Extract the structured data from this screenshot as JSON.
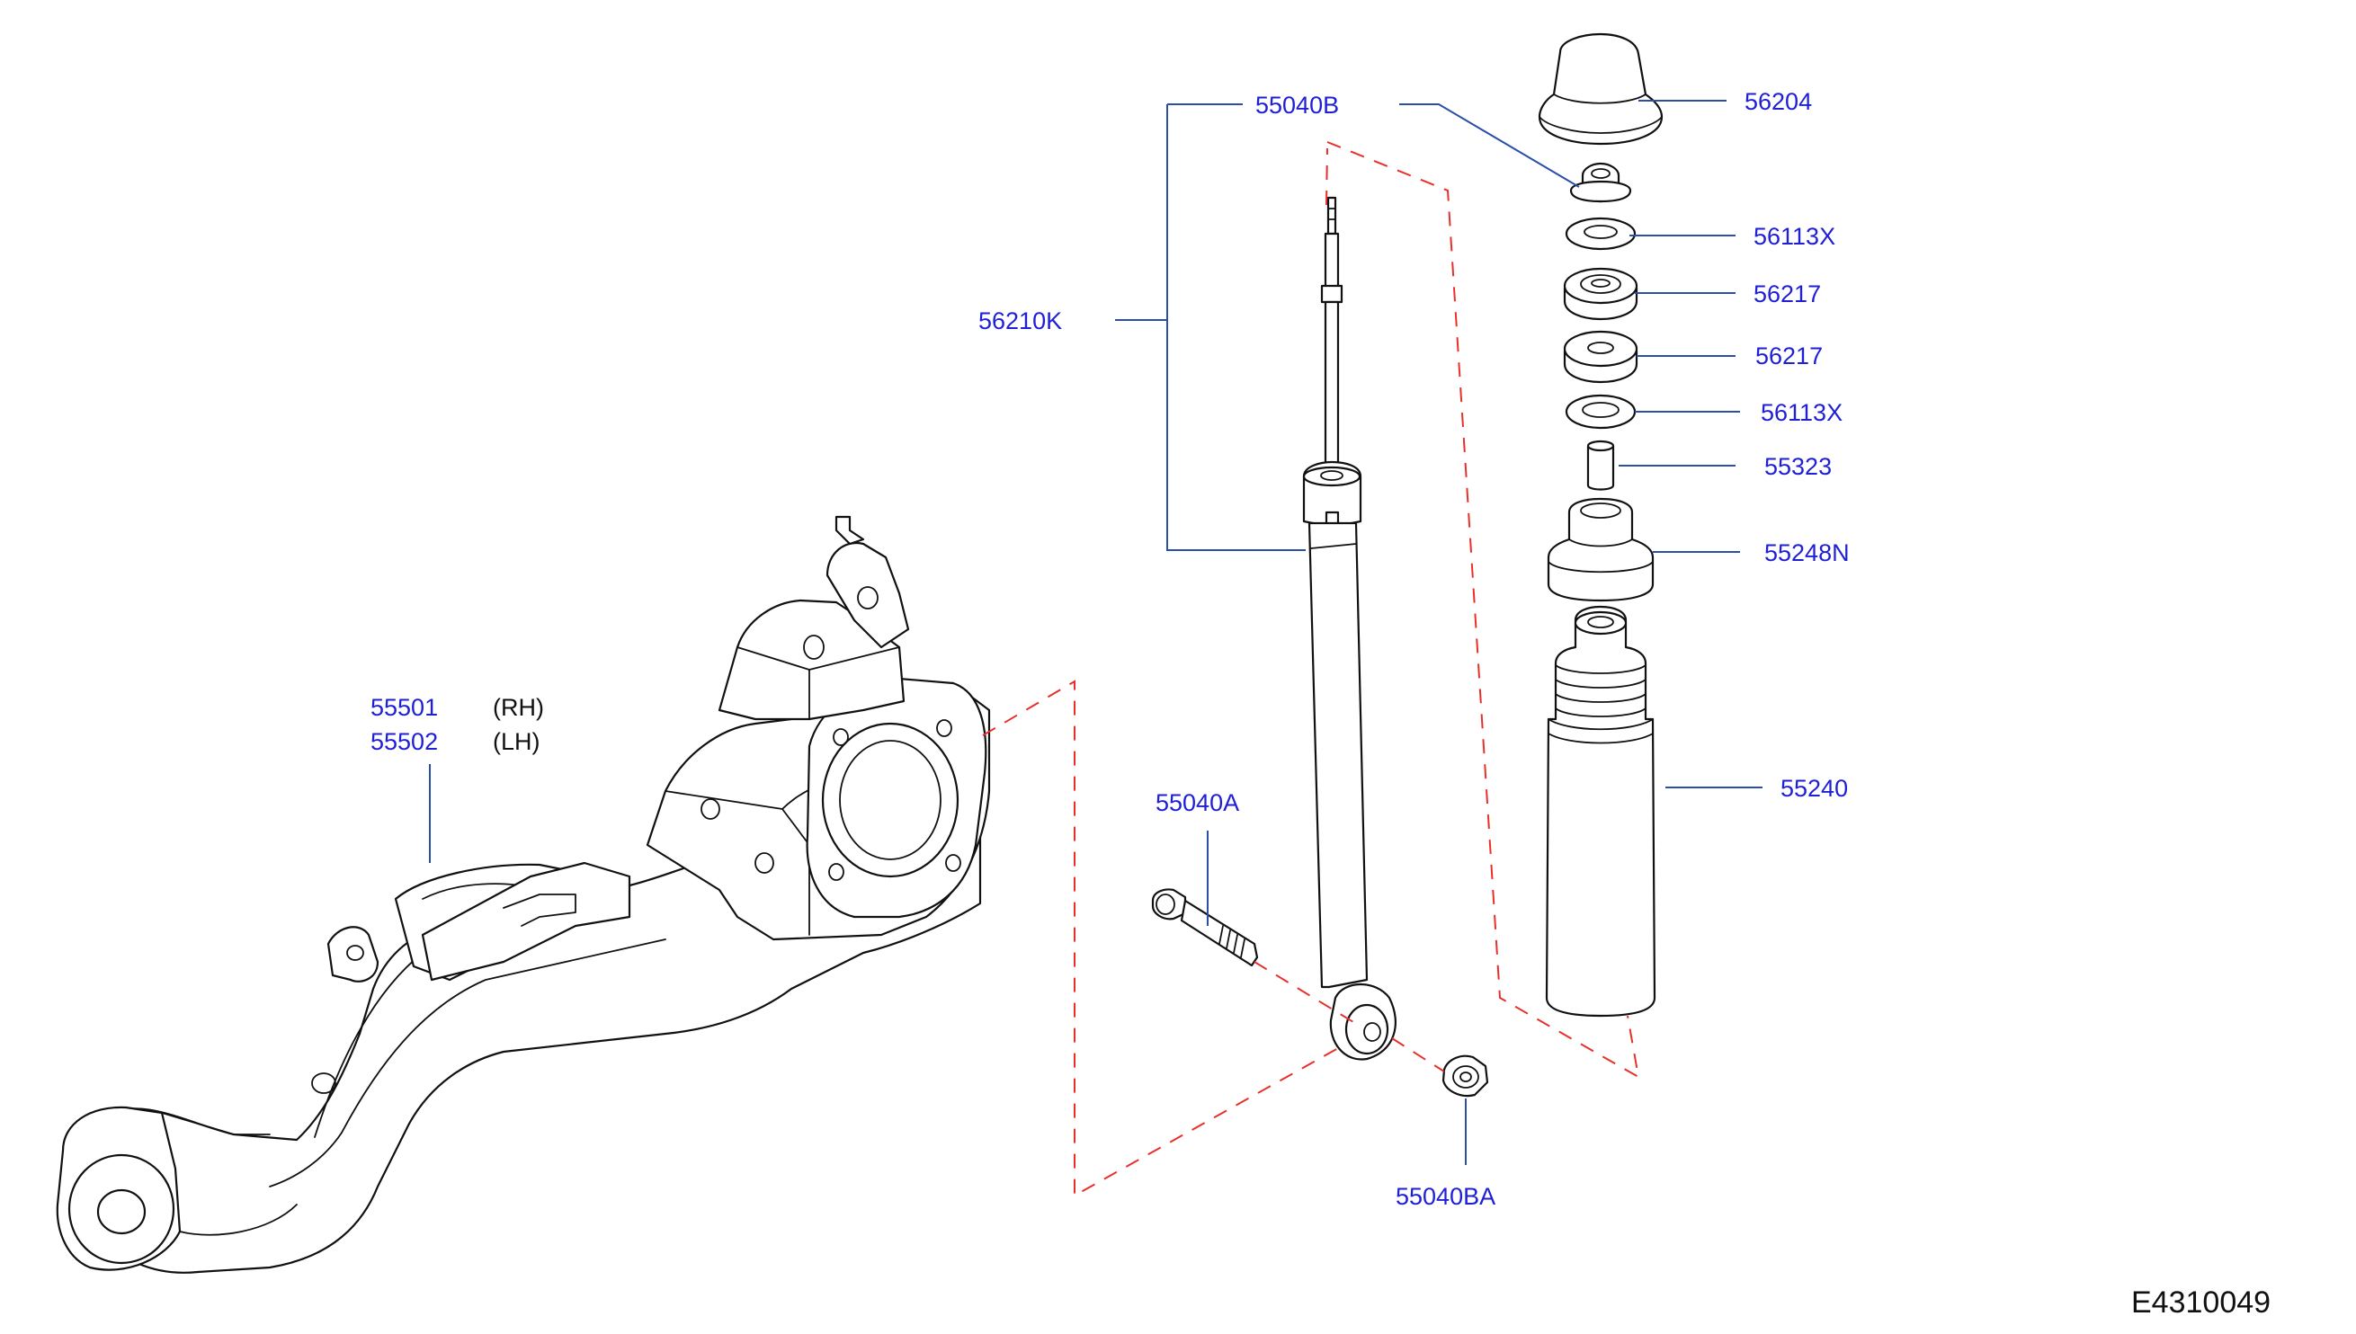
{
  "diagram": {
    "reference": "E4310049",
    "parts": [
      {
        "key": "shock_absorber_assy",
        "number": "56210K"
      },
      {
        "key": "nut_upper",
        "number": "55040B"
      },
      {
        "key": "bumper_cap",
        "number": "56204"
      },
      {
        "key": "washer_upper",
        "number": "56113X"
      },
      {
        "key": "mount_rubber_upper",
        "number": "56217"
      },
      {
        "key": "mount_rubber_lower",
        "number": "56217"
      },
      {
        "key": "washer_lower",
        "number": "56113X"
      },
      {
        "key": "spacer",
        "number": "55323"
      },
      {
        "key": "seat",
        "number": "55248N"
      },
      {
        "key": "bound_bumper",
        "number": "55240"
      },
      {
        "key": "bolt",
        "number": "55040A"
      },
      {
        "key": "nut_lower",
        "number": "55040BA"
      },
      {
        "key": "trailing_arm_rh",
        "number": "55501",
        "side": "(RH)"
      },
      {
        "key": "trailing_arm_lh",
        "number": "55502",
        "side": "(LH)"
      }
    ]
  }
}
